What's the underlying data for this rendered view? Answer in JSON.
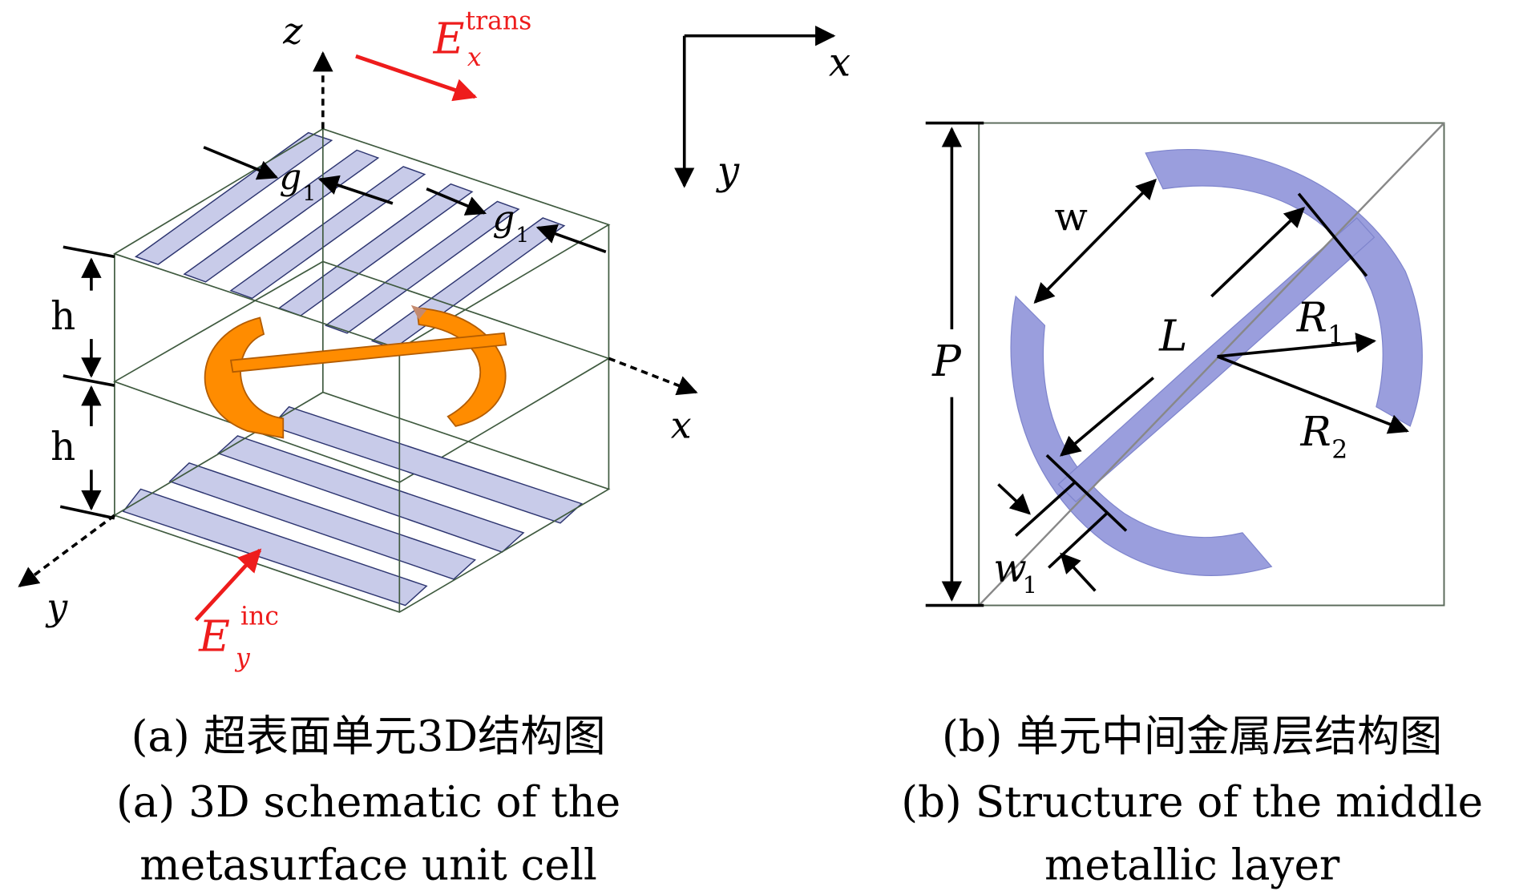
{
  "figure": {
    "panel_a": {
      "axes": {
        "z": "z",
        "x": "x",
        "y": "y"
      },
      "field_transmitted": {
        "symbol": "E",
        "subscript": "x",
        "superscript": "trans"
      },
      "field_incident": {
        "symbol": "E",
        "subscript": "y",
        "superscript": "inc"
      },
      "gap_label": {
        "symbol": "g",
        "subscript": "1"
      },
      "height_label": "h",
      "caption_cn": "(a) 超表面单元3D结构图",
      "caption_en_line1": "(a) 3D schematic of the",
      "caption_en_line2": "metasurface unit cell"
    },
    "coordinate_system": {
      "x": "x",
      "y": "y"
    },
    "panel_b": {
      "labels": {
        "period": "P",
        "gap_width": "w",
        "bar_length": "L",
        "inner_radius": {
          "symbol": "R",
          "subscript": "1"
        },
        "outer_radius": {
          "symbol": "R",
          "subscript": "2"
        },
        "bar_width": {
          "symbol": "w",
          "subscript": "1"
        }
      },
      "caption_cn": "(b) 单元中间金属层结构图",
      "caption_en_line1": "(b) Structure of the middle",
      "caption_en_line2": "metallic layer"
    },
    "colors": {
      "strip_fill": "#c8cbe9",
      "ring_3d": "#ff8c00",
      "ring_2d": "#9a9edd",
      "field_arrow": "#ee1c1c",
      "frame": "#3f5a3f"
    }
  }
}
